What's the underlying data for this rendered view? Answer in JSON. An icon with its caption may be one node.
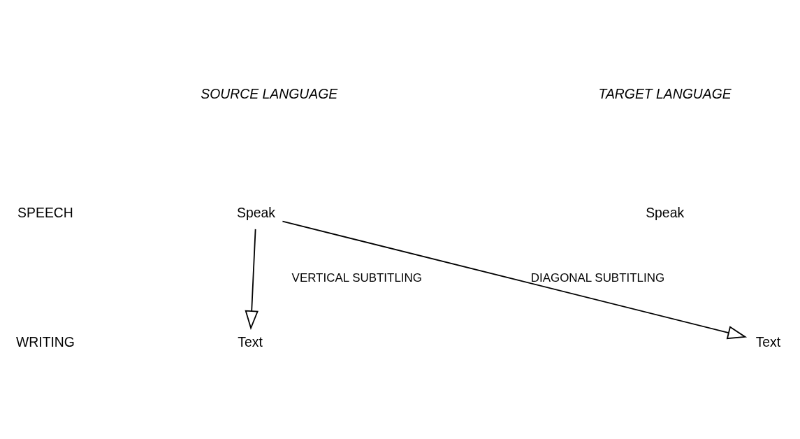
{
  "diagram": {
    "nodes": [
      {
        "text": [
          "Speak"
        ]
      },
      {
        "text": [
          "Speak"
        ]
      },
      {
        "text": [
          "Text"
        ]
      },
      {
        "text": [
          "Text"
        ]
      }
    ],
    "edges": [
      {
        "from": 0,
        "to": 2,
        "arrow": "to",
        "label": "VERTICAL SUBTITLING"
      },
      {
        "from": 0,
        "to": 3,
        "arrow": "to",
        "label": "DIAGONAL SUBTITLING"
      }
    ],
    "labels": [
      "SOURCE LANGUAGE",
      "TARGET LANGUAGE",
      "SPEECH",
      "WRITING"
    ]
  }
}
